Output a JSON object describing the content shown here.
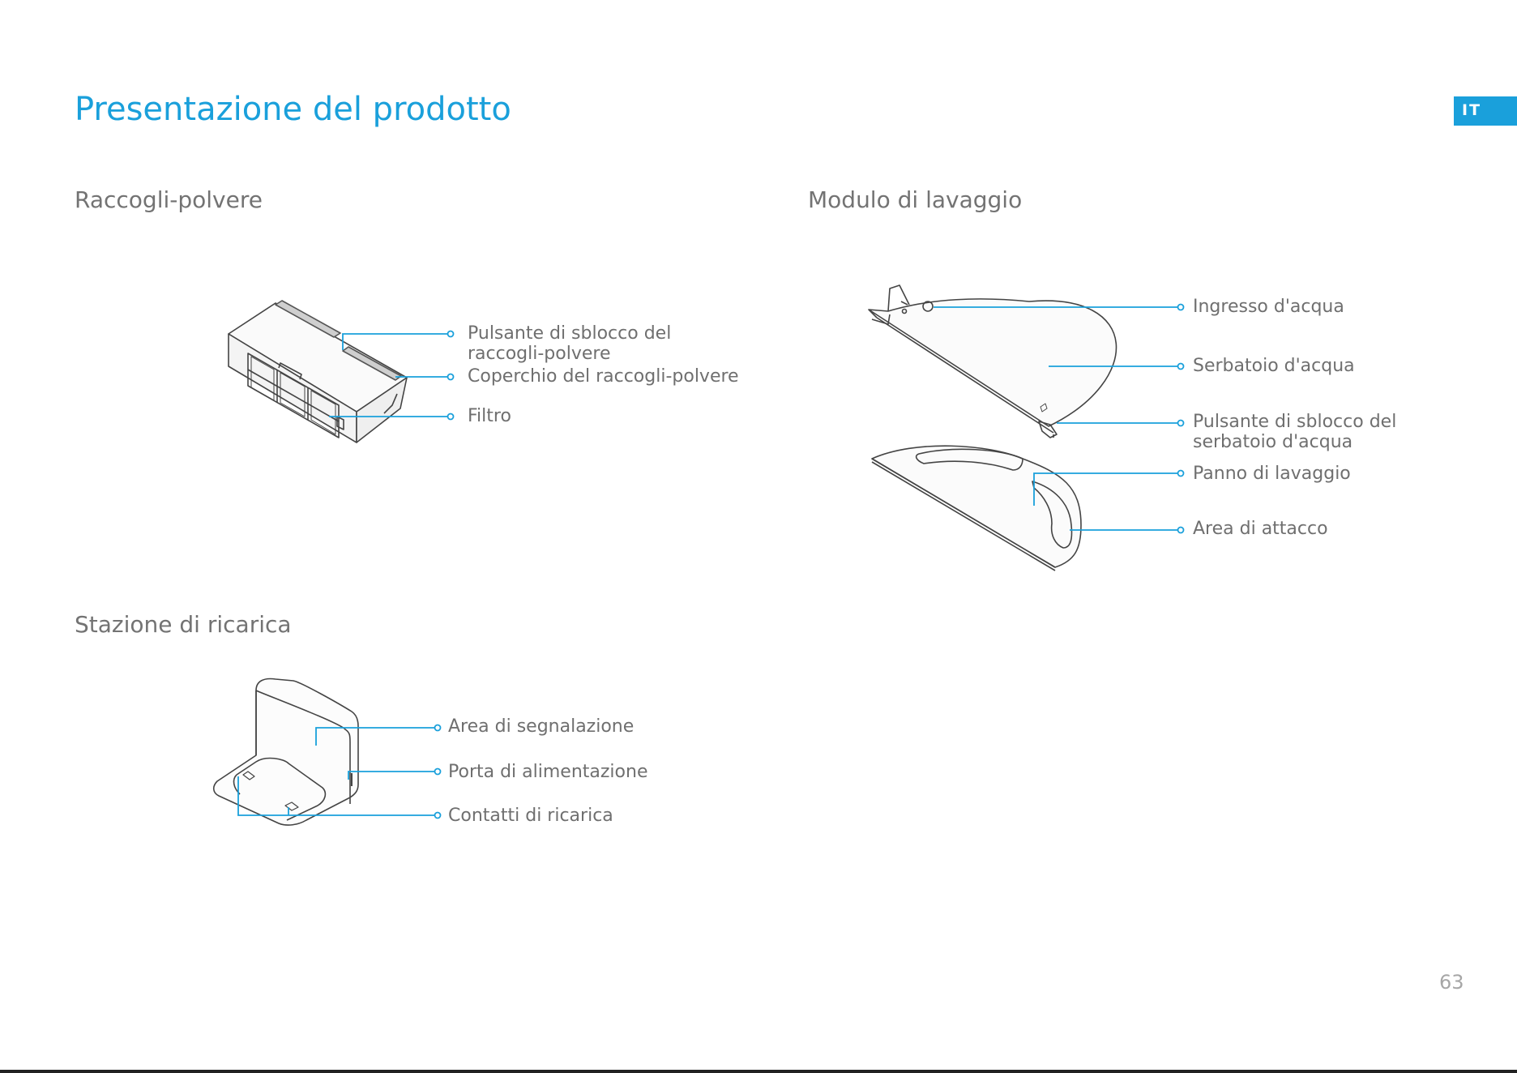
{
  "page": {
    "title": "Presentazione del prodotto",
    "lang_tab": "IT",
    "page_number": "63"
  },
  "dustbin": {
    "heading": "Raccogli-polvere",
    "labels": [
      "Pulsante di sblocco del raccogli-polvere",
      "Coperchio del raccogli-polvere",
      "Filtro"
    ],
    "label_lines": {
      "unlock_line1": "Pulsante di sblocco del",
      "unlock_line2": "raccogli-polvere"
    }
  },
  "mop_module": {
    "heading": "Modulo di lavaggio",
    "labels": {
      "water_inlet": "Ingresso d'acqua",
      "water_tank": "Serbatoio d'acqua",
      "unlock_line1": "Pulsante di sblocco del",
      "unlock_line2": "serbatoio d'acqua",
      "mop_cloth": "Panno di lavaggio",
      "attach_area": "Area di attacco"
    }
  },
  "charging_dock": {
    "heading": "Stazione di ricarica",
    "labels": {
      "signal_area": "Area di segnalazione",
      "power_port": "Porta di alimentazione",
      "charging_contacts": "Contatti di ricarica"
    }
  },
  "colors": {
    "accent": "#1aa0db",
    "text": "#6f6f6f",
    "line_art": "#444444"
  }
}
